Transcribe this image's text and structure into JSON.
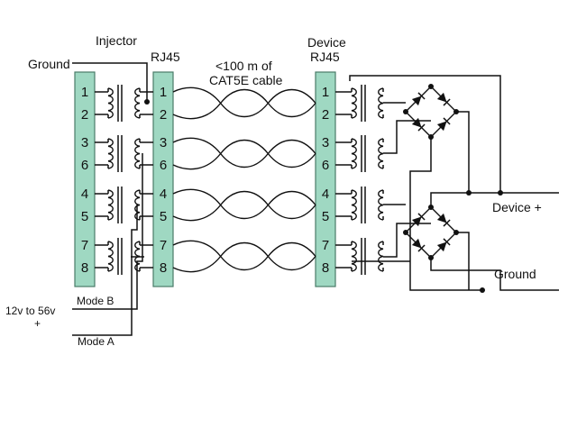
{
  "colors": {
    "connector_fill": "#9fd8c2",
    "connector_stroke": "#4a7b69",
    "wire": "#111111",
    "background": "#ffffff"
  },
  "labels": {
    "injector": "Injector",
    "rj45_left": "RJ45",
    "cable_line1": "<100 m of",
    "cable_line2": "CAT5E cable",
    "device_line1": "Device",
    "device_line2": "RJ45",
    "ground_left": "Ground",
    "ground_right": "Ground",
    "device_plus": "Device +",
    "supply_line1": "12v to 56v",
    "supply_line2": "+",
    "mode_b": "Mode B",
    "mode_a": "Mode A"
  },
  "pins": [
    "1",
    "2",
    "3",
    "6",
    "4",
    "5",
    "7",
    "8"
  ]
}
